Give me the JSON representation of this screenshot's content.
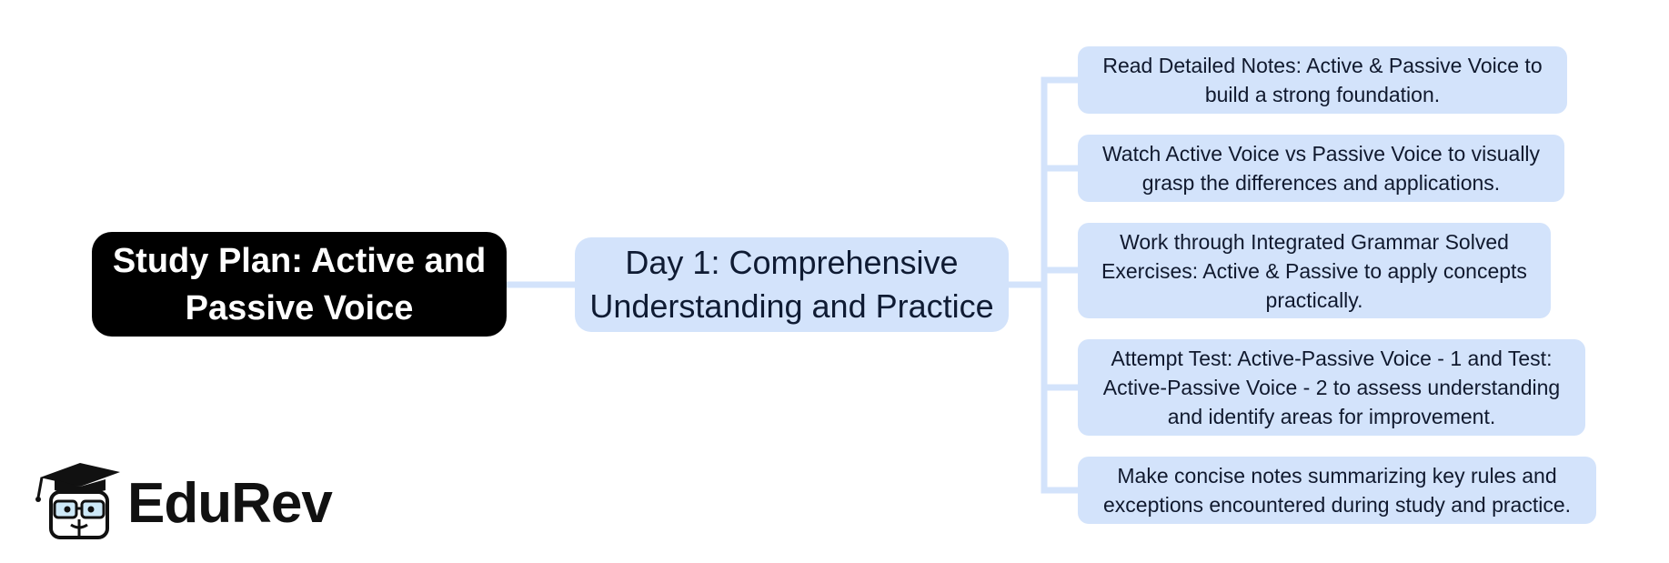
{
  "title": "Study Plan: Active and Passive Voice",
  "day": "Day 1: Comprehensive Understanding and Practice",
  "tasks": [
    "Read Detailed Notes: Active & Passive Voice to build a strong foundation.",
    "Watch Active Voice vs Passive Voice to visually grasp the differences and applications.",
    "Work through Integrated Grammar Solved Exercises: Active & Passive to apply concepts practically.",
    "Attempt Test: Active-Passive Voice - 1 and Test: Active-Passive Voice - 2 to assess understanding and identify areas for improvement.",
    "Make concise notes summarizing key rules and exceptions encountered during study and practice."
  ],
  "logo": {
    "text": "EduRev",
    "icon": "graduation-cap-mascot-icon"
  },
  "colors": {
    "root_bg": "#000000",
    "node_bg": "#d3e3fb",
    "connector": "#d3e3fb",
    "text": "#0f1b33"
  }
}
